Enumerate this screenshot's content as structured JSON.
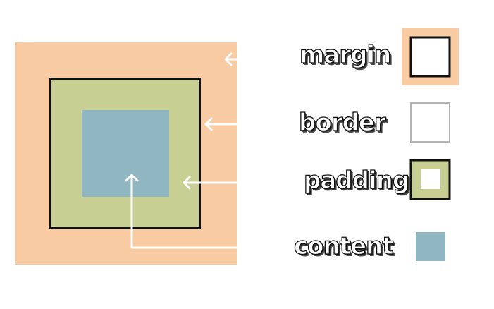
{
  "colors": {
    "margin": "#f8cba2",
    "border": "#111111",
    "padding": "#c7cf93",
    "content": "#8fb6c1",
    "legend_border_gray": "#b3b3b3",
    "arrow": "#ffffff"
  },
  "legend": {
    "margin": "margin",
    "border": "border",
    "padding": "padding",
    "content": "content"
  }
}
